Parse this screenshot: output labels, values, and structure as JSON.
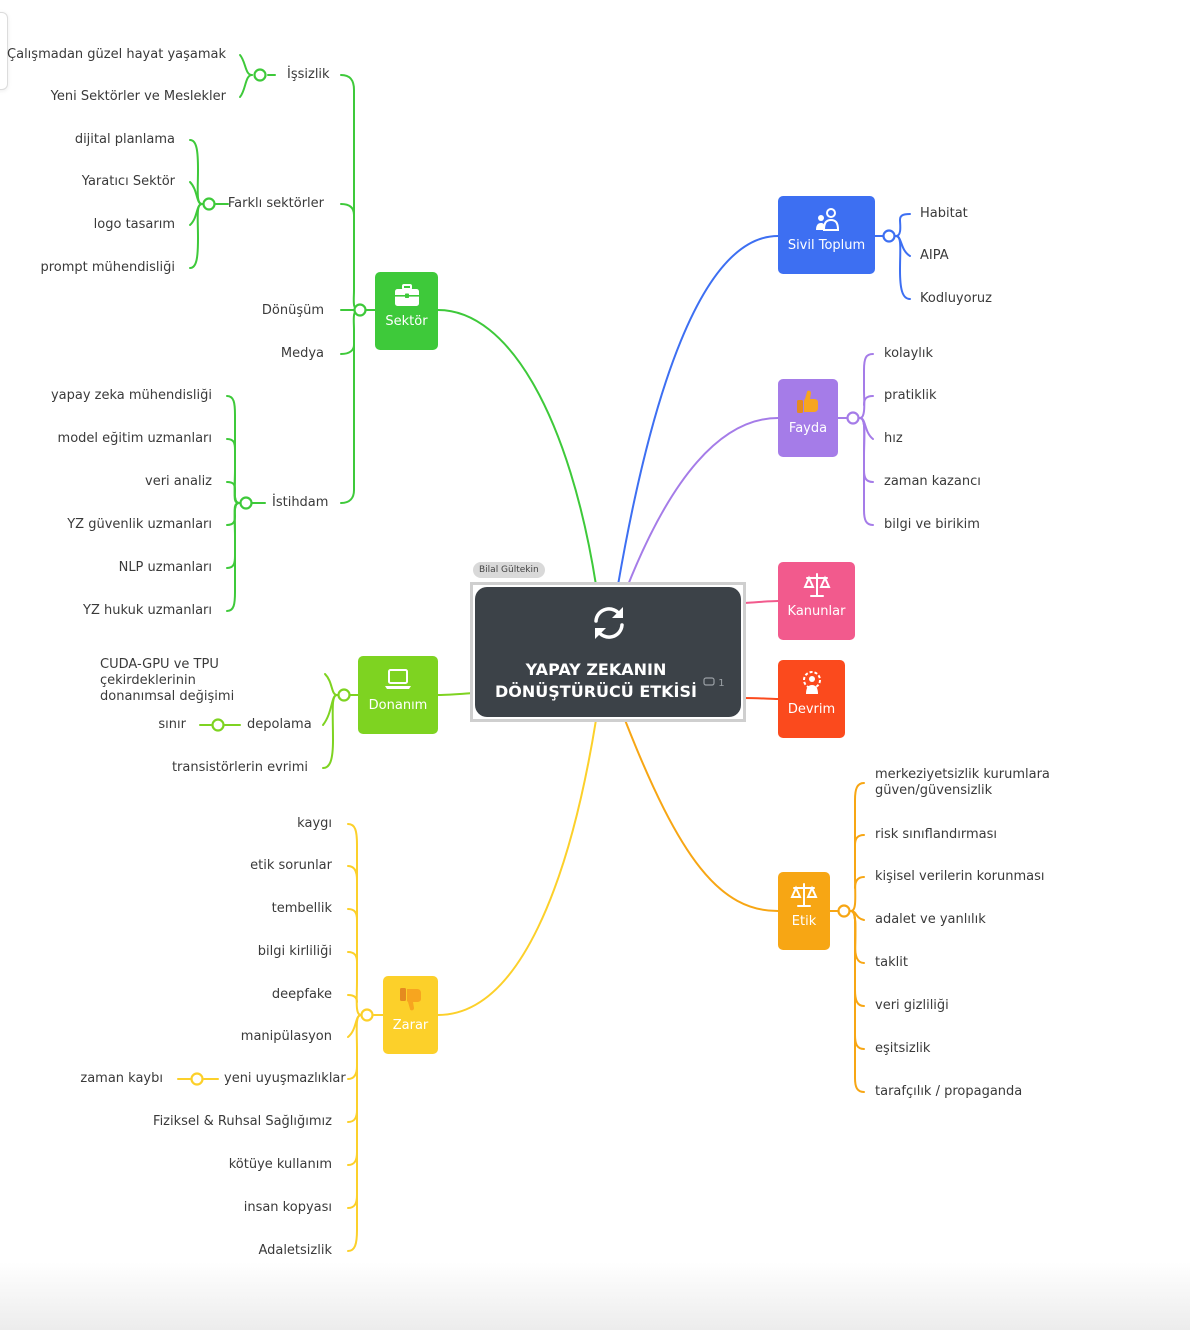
{
  "central": {
    "title_line1": "YAPAY ZEKANIN",
    "title_line2": "DÖNÜŞTÜRÜCÜ ETKİSİ",
    "icon": "sync-icon",
    "owner": "Bilal Gültekin",
    "comment_count": "1",
    "color": "#3c4248"
  },
  "branches": {
    "sektor": {
      "title": "Sektör",
      "color": "#3ec93a",
      "icon": "briefcase-icon",
      "subtopics": {
        "issizlik": {
          "label": "İşsizlik",
          "children": [
            "Çalışmadan güzel hayat yaşamak",
            "Yeni Sektörler ve Meslekler"
          ]
        },
        "farkli": {
          "label": "Farklı sektörler",
          "children": [
            "dijital planlama",
            "Yaratıcı Sektör",
            "logo tasarım",
            "prompt mühendisliği"
          ]
        },
        "donusum": {
          "label": "Dönüşüm"
        },
        "medya": {
          "label": "Medya"
        },
        "istihdam": {
          "label": "İstihdam",
          "children": [
            "yapay zeka mühendisliği",
            "model eğitim uzmanları",
            "veri analiz",
            "YZ güvenlik uzmanları",
            "NLP uzmanları",
            "YZ hukuk uzmanları"
          ]
        }
      }
    },
    "donanim": {
      "title": "Donanım",
      "color": "#7ed321",
      "icon": "laptop-icon",
      "subtopics": {
        "cuda": {
          "label_line1": "CUDA-GPU ve TPU çekirdeklerinin",
          "label_line2": "donanımsal değişimi"
        },
        "depolama": {
          "label": "depolama",
          "children": [
            "sınır"
          ]
        },
        "transistor": {
          "label": "transistörlerin evrimi"
        }
      }
    },
    "zarar": {
      "title": "Zarar",
      "color": "#fcd02a",
      "icon": "thumbs-down-icon",
      "items": [
        "kaygı",
        "etik sorunlar",
        "tembellik",
        "bilgi kirliliği",
        "deepfake",
        "manipülasyon",
        "yeni uyuşmazlıklar",
        "Fiziksel & Ruhsal Sağlığımız",
        "kötüye kullanım",
        "insan kopyası",
        "Adaletsizlik"
      ],
      "sub_of_uyusmazlik": "zaman kaybı"
    },
    "sivil": {
      "title": "Sivil Toplum",
      "color": "#3d6ff2",
      "icon": "people-icon",
      "items": [
        "Habitat",
        "AIPA",
        "Kodluyoruz"
      ]
    },
    "fayda": {
      "title": "Fayda",
      "color": "#a57ce8",
      "icon": "thumbs-up-icon",
      "items": [
        "kolaylık",
        "pratiklik",
        "hız",
        "zaman kazancı",
        "bilgi ve birikim"
      ]
    },
    "kanunlar": {
      "title": "Kanunlar",
      "color": "#f25a8d",
      "icon": "scales-icon"
    },
    "devrim": {
      "title": "Devrim",
      "color": "#fb4a1d",
      "icon": "gear-person-icon"
    },
    "etik": {
      "title": "Etik",
      "color": "#f7a614",
      "icon": "scales-icon",
      "item1_line1": "merkeziyetsizlik kurumlara",
      "item1_line2": "güven/güvensizlik",
      "items": [
        "risk sınıflandırması",
        "kişisel verilerin korunması",
        "adalet ve yanlılık",
        "taklit",
        "veri gizliliği",
        "eşitsizlik",
        "tarafçılık / propaganda"
      ]
    }
  }
}
